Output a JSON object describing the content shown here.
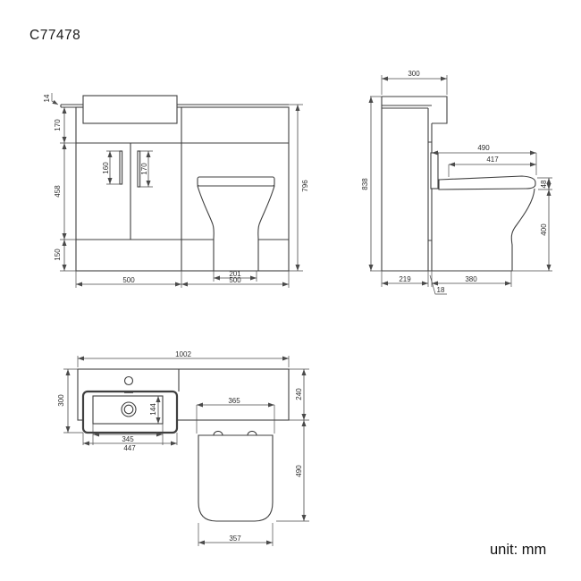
{
  "title": "C77478",
  "unit_note": "unit: mm",
  "colors": {
    "line": "#3f3f3f",
    "text": "#2e2e2e",
    "background": "#ffffff"
  },
  "views": {
    "front": {
      "dims": {
        "counter_thickness": "14",
        "upper_panel_height": "170",
        "door_section_height": "458",
        "plinth_height": "150",
        "overall_height": "796",
        "left_handle_length": "160",
        "right_handle_length": "170",
        "toilet_base_width": "201",
        "vanity_width": "500",
        "wc_unit_width": "500"
      }
    },
    "side": {
      "dims": {
        "counter_depth": "300",
        "overall_height": "838",
        "seat_reach": "490",
        "seat_length": "417",
        "seat_thickness": "48",
        "bowl_height": "400",
        "cabinet_depth": "219",
        "gap": "18",
        "toilet_projection": "380"
      }
    },
    "plan": {
      "dims": {
        "overall_width": "1002",
        "basin_section_depth": "300",
        "counter_depth": "240",
        "seat_top_width": "365",
        "basin_inner_depth": "144",
        "basin_inner_width": "345",
        "basin_outer_width": "447",
        "toilet_length": "490",
        "toilet_width": "357"
      }
    }
  }
}
